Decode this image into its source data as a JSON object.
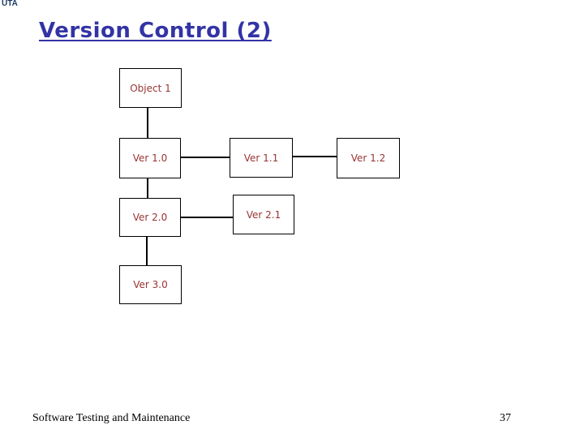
{
  "slide": {
    "logo": "UTA",
    "title": "Version Control (2)",
    "footer": "Software Testing and Maintenance",
    "page_number": "37"
  },
  "colors": {
    "title-color": "#3333A6",
    "node-label-color": "#993333",
    "logo-color": "#1E3A66",
    "line-color": "#000000"
  },
  "diagram": {
    "nodes": [
      {
        "id": "object-1",
        "label": "Object 1"
      },
      {
        "id": "ver-1-0",
        "label": "Ver 1.0"
      },
      {
        "id": "ver-1-1",
        "label": "Ver 1.1"
      },
      {
        "id": "ver-1-2",
        "label": "Ver 1.2"
      },
      {
        "id": "ver-2-0",
        "label": "Ver 2.0"
      },
      {
        "id": "ver-2-1",
        "label": "Ver 2.1"
      },
      {
        "id": "ver-3-0",
        "label": "Ver 3.0"
      }
    ]
  }
}
